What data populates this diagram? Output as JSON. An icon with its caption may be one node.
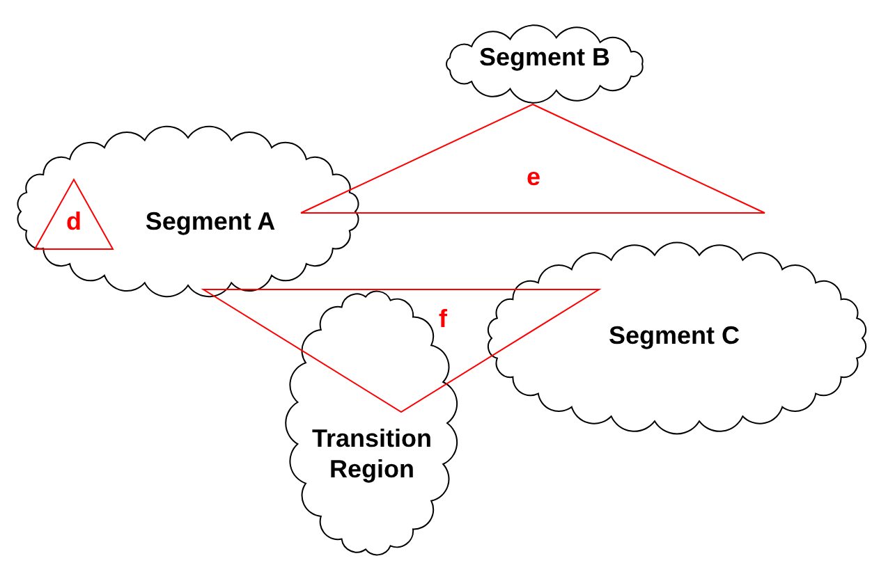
{
  "diagram": {
    "nodes": [
      {
        "text": [
          "Segment B"
        ]
      },
      {
        "text": [
          "Segment A"
        ]
      },
      {
        "text": [
          "d"
        ],
        "in": 1
      },
      {
        "text": [
          "e"
        ]
      },
      {
        "text": [
          "Segment C"
        ]
      },
      {
        "text": [
          "f"
        ]
      },
      {
        "text": [
          "Transition Region"
        ]
      }
    ]
  }
}
